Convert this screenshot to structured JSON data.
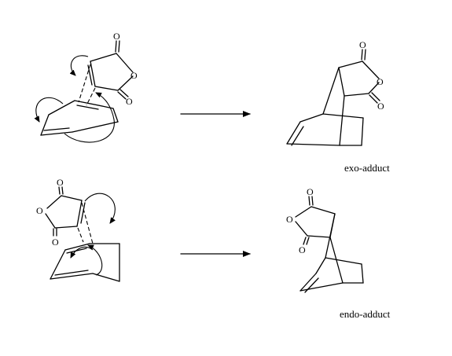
{
  "atoms": {
    "oxygen": "O"
  },
  "products": {
    "exo_label": "exo-adduct",
    "endo_label": "endo-adduct"
  }
}
